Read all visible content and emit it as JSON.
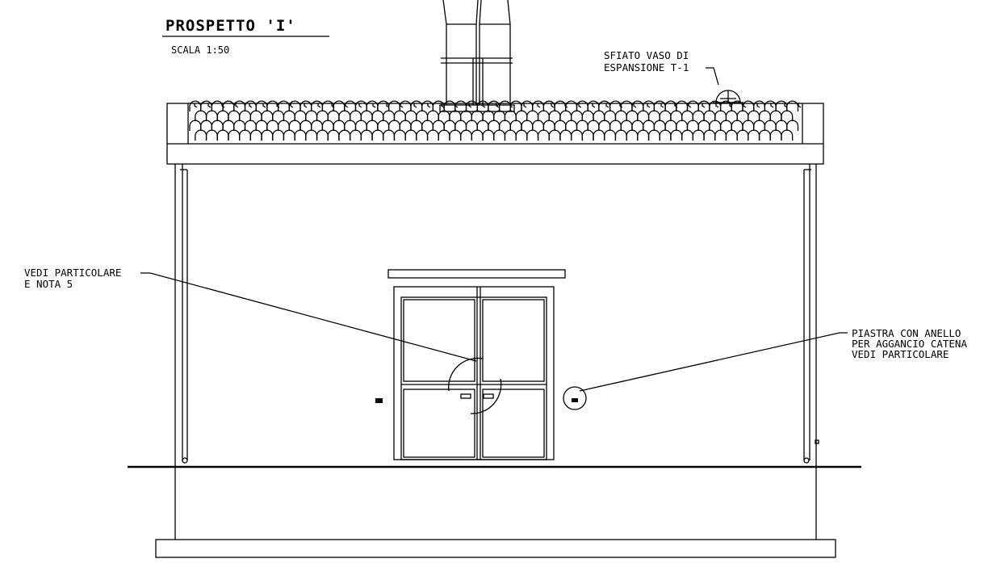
{
  "drawing": {
    "title": "PROSPETTO 'I'",
    "scale": "SCALA 1:50"
  },
  "labels": {
    "vent_line1": "SFIATO VASO DI",
    "vent_line2": "ESPANSIONE T-1",
    "detail_line1": "VEDI PARTICOLARE",
    "detail_line2": "E NOTA 5",
    "plate_line1": "PIASTRA CON ANELLO",
    "plate_line2": "PER AGGANCIO CATENA",
    "plate_line3": "VEDI PARTICOLARE"
  },
  "colors": {
    "line": "#000000",
    "background": "#ffffff"
  }
}
